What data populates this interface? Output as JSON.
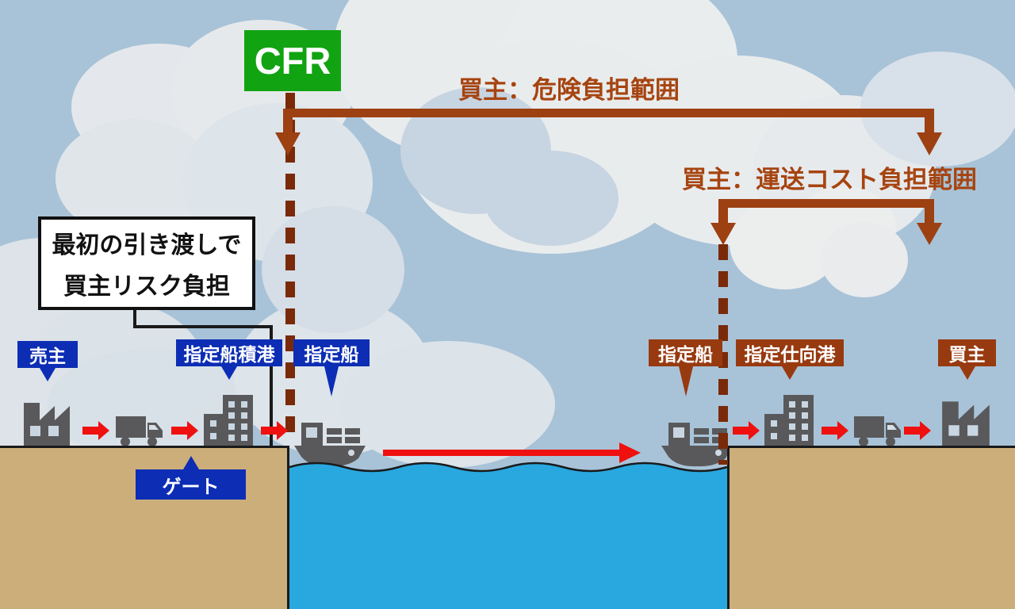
{
  "diagram": {
    "incoterm": "CFR",
    "risk_range": "買主：危険負担範囲",
    "cost_range": "買主：運送コスト負担範囲",
    "note_line1": "最初の引き渡しで",
    "note_line2": "買主リスク負担",
    "seller": "売主",
    "shipment_port": "指定船積港",
    "ship_left": "指定船",
    "gate": "ゲート",
    "ship_right": "指定船",
    "destination_port": "指定仕向港",
    "buyer": "買主"
  },
  "colors": {
    "incoterm_green": "#12a312",
    "range_brown": "#9d4012",
    "range_text_brown": "#a64410",
    "dashed_line_brown": "#7a2a08",
    "label_blue": "#0c2db4",
    "label_brown": "#983a10",
    "arrow_red": "#ef1010",
    "icon_gray": "#59595b",
    "sky": "#a8c3d8",
    "ground": "#ccae7a",
    "water": "#29a7df"
  }
}
